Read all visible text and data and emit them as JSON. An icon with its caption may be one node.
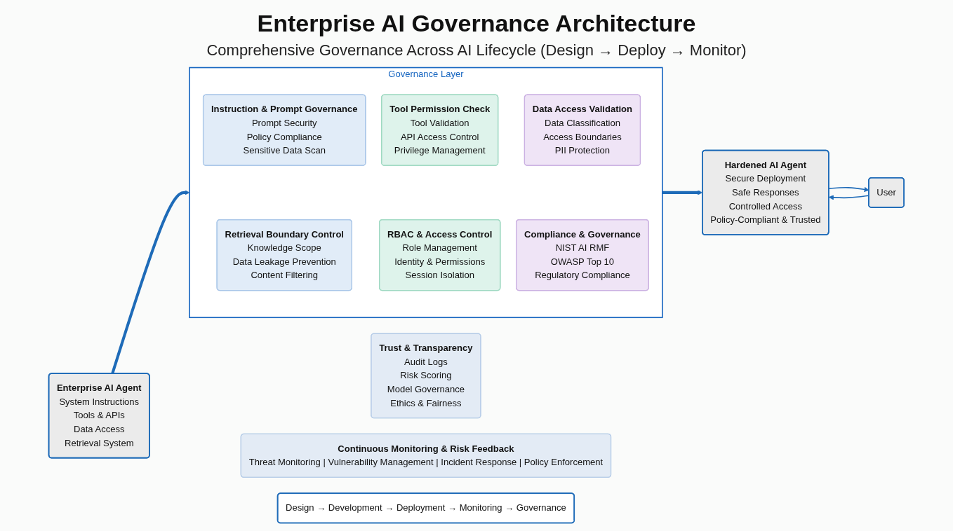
{
  "diagram": {
    "title": "Enterprise AI Governance Architecture",
    "nodes": [
      {
        "text": [
          "Enterprise AI Agent",
          "System Instructions",
          "Tools & APIs",
          "Data Access",
          "Retrieval System"
        ]
      },
      {
        "text": [
          "Governance Layer"
        ]
      },
      {
        "text": [
          "Instruction & Prompt Governance",
          "Prompt Security",
          "Policy Compliance",
          "Sensitive Data Scan"
        ],
        "in": 1
      },
      {
        "text": [
          "Tool Permission Check",
          "Tool Validation",
          "API Access Control",
          "Privilege Management"
        ],
        "in": 1
      },
      {
        "text": [
          "Data Access Validation",
          "Data Classification",
          "Access Boundaries",
          "PII Protection"
        ],
        "in": 1
      },
      {
        "text": [
          "Retrieval Boundary Control",
          "Knowledge Scope",
          "Data Leakage Prevention",
          "Content Filtering"
        ],
        "in": 1
      },
      {
        "text": [
          "RBAC & Access Control",
          "Role Management",
          "Identity & Permissions",
          "Session Isolation"
        ],
        "in": 1
      },
      {
        "text": [
          "Compliance & Governance",
          "NIST AI RMF",
          "OWASP Top 10",
          "Regulatory Compliance"
        ],
        "in": 1
      },
      {
        "text": [
          "Hardened AI Agent",
          "Secure Deployment",
          "Safe Responses",
          "Controlled Access",
          "Policy-Compliant & Trusted"
        ]
      },
      {
        "text": [
          "Trust & Transparency",
          "Audit Logs",
          "Risk Scoring",
          "Model Governance",
          "Ethics & Fairness"
        ]
      },
      {
        "text": [
          "Continuous Monitoring & Risk Feedback",
          "Threat Monitoring | Vulnerability Management | Incident Response | Policy Enforcement"
        ]
      },
      {
        "text": [
          "Design → Development → Deployment → Monitoring → Governance"
        ]
      },
      {
        "text": [
          "User"
        ]
      }
    ],
    "edges": [
      {
        "from": 0,
        "to": 1,
        "arrow": "to",
        "style": "thick"
      },
      {
        "from": 1,
        "to": 8,
        "arrow": "to",
        "style": "thick"
      },
      {
        "from": 8,
        "to": 12,
        "arrow": "to"
      },
      {
        "from": 12,
        "to": 8,
        "arrow": "to"
      }
    ],
    "labels": [
      "Comprehensive Governance Across AI Lifecycle (Design → Deploy → Monitor)"
    ]
  }
}
